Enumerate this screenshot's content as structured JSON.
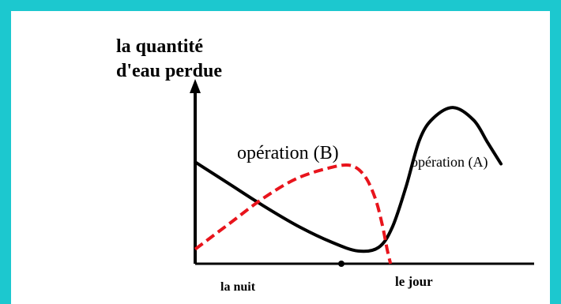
{
  "colors": {
    "frame_border": "#1cc8cf",
    "series_a": "#000000",
    "series_b": "#e8141c",
    "axis": "#000000"
  },
  "chart_data": {
    "type": "line",
    "title": "",
    "ylabel_line1": "la quantité",
    "ylabel_line2": "d'eau perdue",
    "xlabel": "",
    "x_categories": [
      "la nuit",
      "le jour"
    ],
    "xlim": [
      0,
      100
    ],
    "ylim": [
      0,
      100
    ],
    "grid": false,
    "series": [
      {
        "name": "opération (A)",
        "style": "solid",
        "x": [
          0,
          10,
          20,
          30,
          40,
          48,
          54,
          58,
          62,
          66,
          70,
          76,
          82,
          86,
          90
        ],
        "y": [
          56,
          44,
          32,
          21,
          12,
          7,
          9,
          20,
          42,
          68,
          80,
          86,
          79,
          67,
          55
        ]
      },
      {
        "name": "opération (B)",
        "style": "dashed",
        "x": [
          0,
          10,
          20,
          30,
          40,
          46,
          50,
          53,
          55,
          56.5,
          57.5
        ],
        "y": [
          8,
          22,
          36,
          47,
          53,
          54,
          48,
          36,
          22,
          8,
          0
        ]
      }
    ]
  }
}
